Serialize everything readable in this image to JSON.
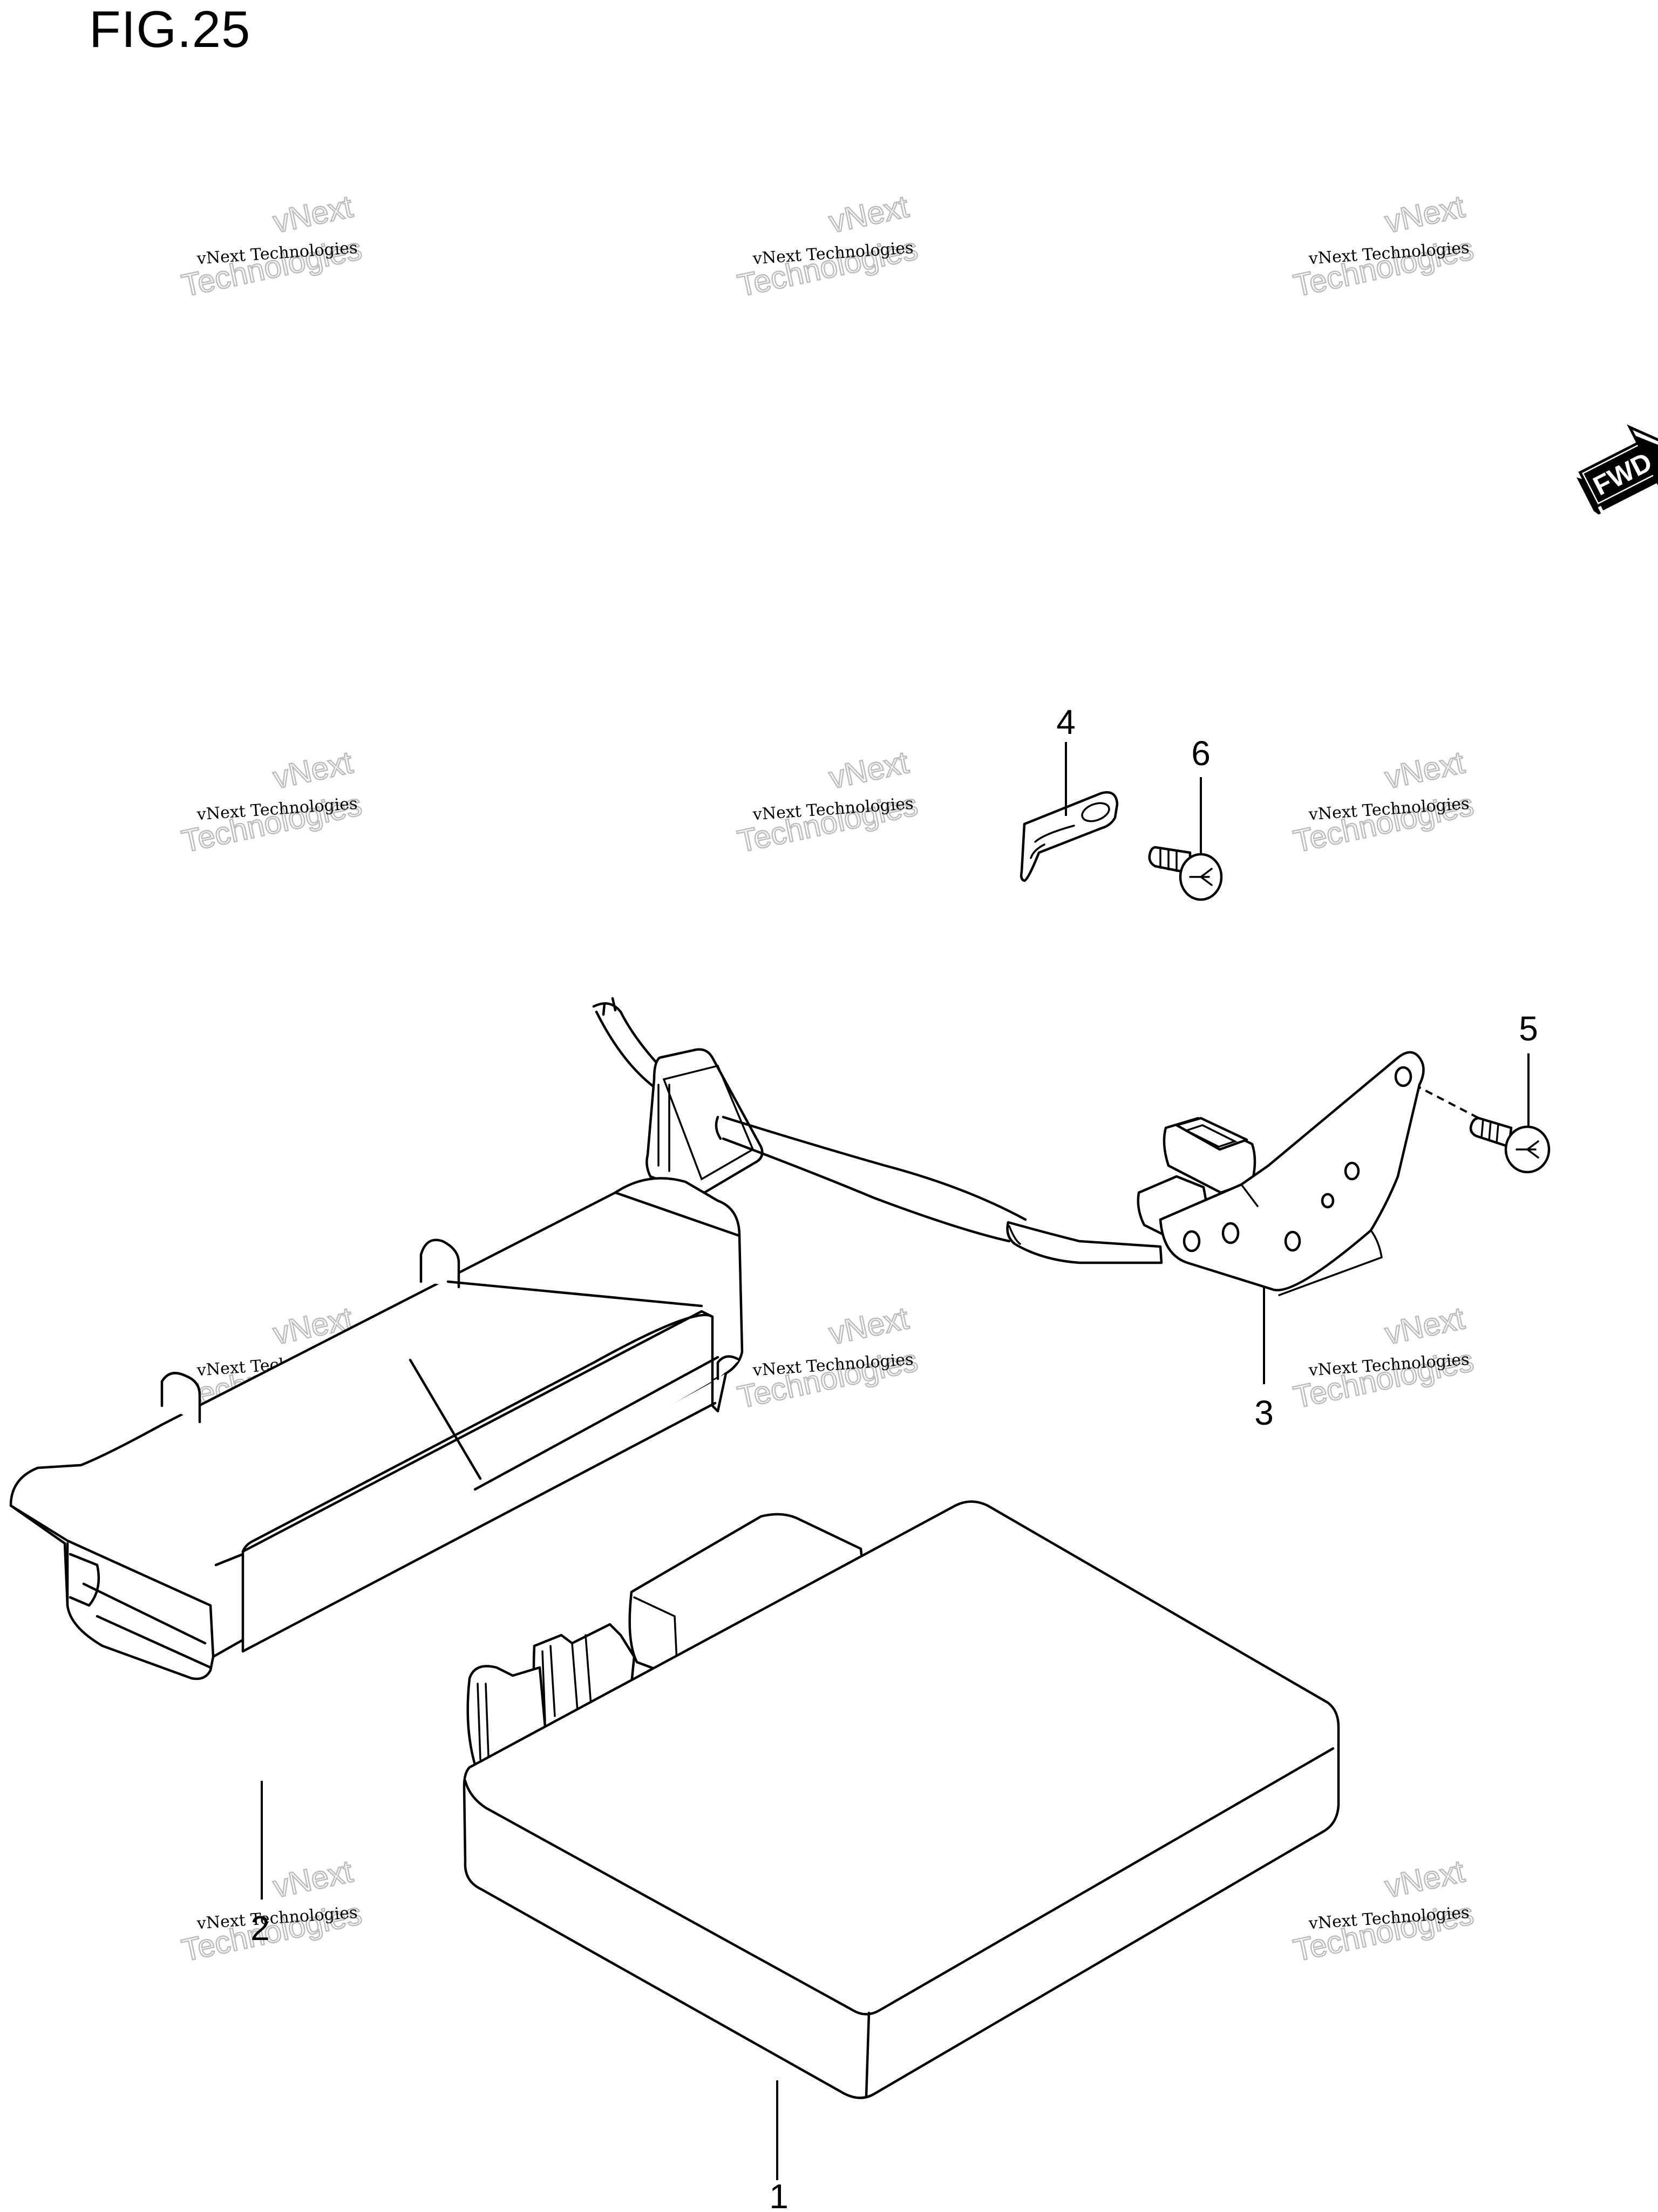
{
  "figure": {
    "title": "FIG.25"
  },
  "fwd_indicator": {
    "label": "FWD"
  },
  "callouts": [
    "1",
    "2",
    "3",
    "4",
    "5",
    "6"
  ],
  "watermark": {
    "line1": "vNext",
    "line2": "vNext Technologies",
    "line3": "Technologies"
  },
  "colors": {
    "line": "#000000",
    "background": "#ffffff",
    "watermark_outline": "#bdbdbd"
  }
}
